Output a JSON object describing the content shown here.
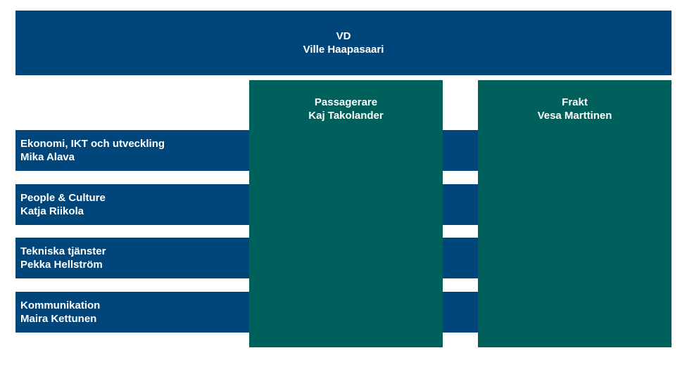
{
  "ceo": {
    "role": "VD",
    "name": "Ville Haapasaari"
  },
  "staff": [
    {
      "role": "Ekonomi, IKT och utveckling",
      "name": "Mika Alava"
    },
    {
      "role": "People & Culture",
      "name": "Katja Riikola"
    },
    {
      "role": "Tekniska tjänster",
      "name": "Pekka Hellström"
    },
    {
      "role": "Kommunikation",
      "name": "Maira Kettunen"
    }
  ],
  "divisions": [
    {
      "role": "Passagerare",
      "name": "Kaj Takolander"
    },
    {
      "role": "Frakt",
      "name": "Vesa Marttinen"
    }
  ],
  "colors": {
    "blue": "#00467a",
    "green": "#00605c"
  }
}
